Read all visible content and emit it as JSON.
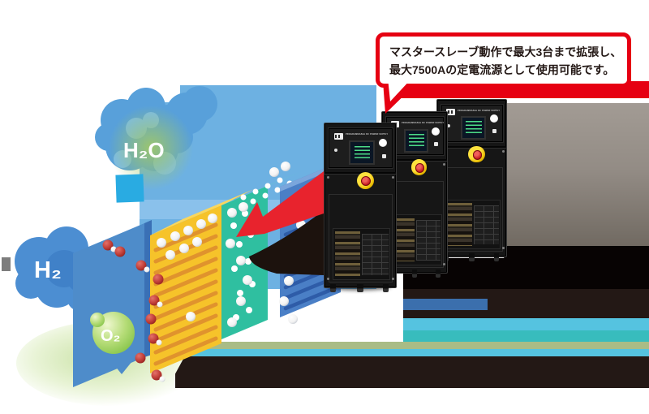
{
  "callout": {
    "line1": "マスタースレーブ動作で最大3台まで拡張し、",
    "line2": "最大7500Aの定電流源として使用可能です。",
    "border_color": "#e60012",
    "text_color": "#231815"
  },
  "diagram": {
    "labels": {
      "h2o": "H₂O",
      "h2": "H₂",
      "o2": "O₂"
    },
    "colors": {
      "sky_blue": "#6db1e2",
      "cloud_blue": "#4c8ed2",
      "bright_cyan_square": "#29abe2",
      "endplate_blue": "#4e8cca",
      "flow_plate_yellow": "#f6c32a",
      "membrane_teal": "#2fbfa0",
      "channel_plate_blue": "#4a7fc6",
      "o2_green": "#8dc63f",
      "arrow_red": "#e8232d"
    }
  },
  "equipment": {
    "panel_title": "PROGRAMMABLE DC POWER SUPPLY",
    "unit_count": 3,
    "body_color": "#161616",
    "estop_ring_color": "#f2c500",
    "estop_button_color": "#c3181f",
    "photo_background": "#8f8880"
  },
  "floor": {
    "stripe_colors": [
      "#55c3e0",
      "#38bcbd",
      "#a9bc86",
      "#55c3e0"
    ],
    "shadow_color": "#231815",
    "accent_bar_color": "#3b6fad"
  }
}
